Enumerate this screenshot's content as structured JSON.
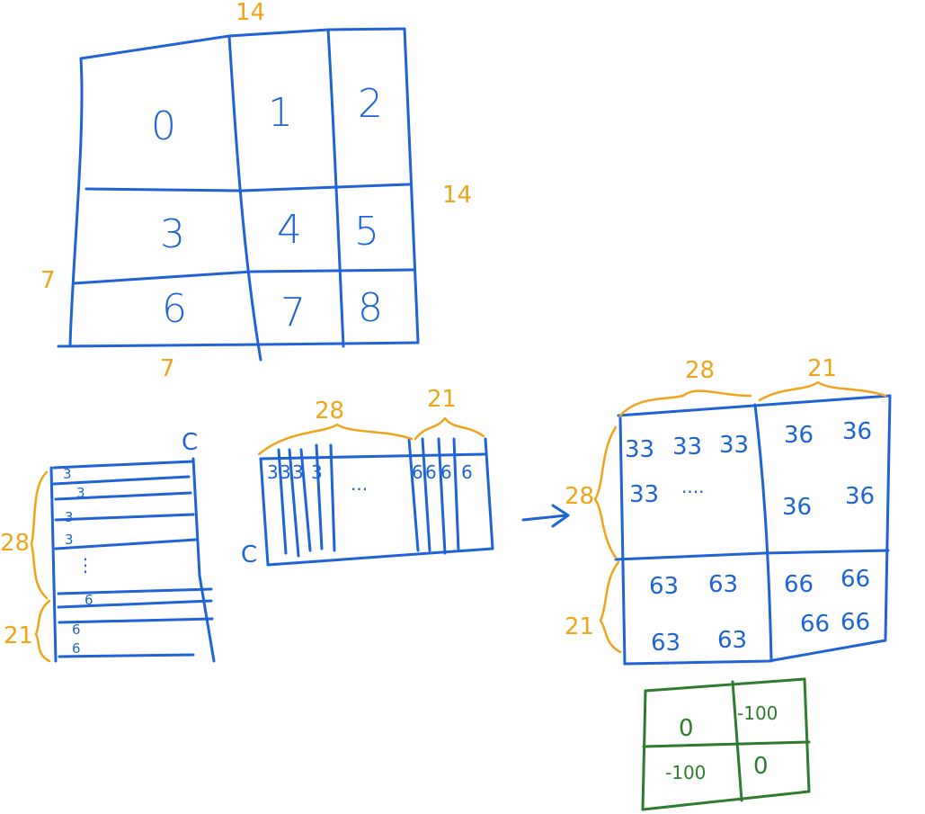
{
  "grid": {
    "cells": [
      "0",
      "1",
      "2",
      "3",
      "4",
      "5",
      "6",
      "7",
      "8"
    ],
    "labels": {
      "top": "14",
      "right": "14",
      "left": "7",
      "bottom": "7"
    }
  },
  "column_stack": {
    "top_label": "C",
    "ticks": [
      "3",
      "3",
      "3",
      "3",
      "6",
      "6",
      "6"
    ],
    "ellipsis": "⋮",
    "brace_top": "28",
    "brace_bottom": "21"
  },
  "row_strip": {
    "left_label": "C",
    "cells_left": [
      "3",
      "3",
      "3",
      "3"
    ],
    "ellipsis": "...",
    "cells_right": [
      "6",
      "6",
      "6",
      "6"
    ],
    "brace_left": "28",
    "brace_right": "21"
  },
  "result": {
    "col_labels": [
      "28",
      "21"
    ],
    "row_labels": [
      "28",
      "21"
    ],
    "quadrants": {
      "tl": [
        "33",
        "33",
        "33",
        "33",
        "...."
      ],
      "tr": [
        "36",
        "36",
        "36",
        "36"
      ],
      "bl": [
        "63",
        "63",
        "63",
        "63"
      ],
      "br": [
        "66",
        "66",
        "66",
        "66"
      ]
    }
  },
  "mask": {
    "cells": [
      "0",
      "-100",
      "-100",
      "0"
    ]
  }
}
